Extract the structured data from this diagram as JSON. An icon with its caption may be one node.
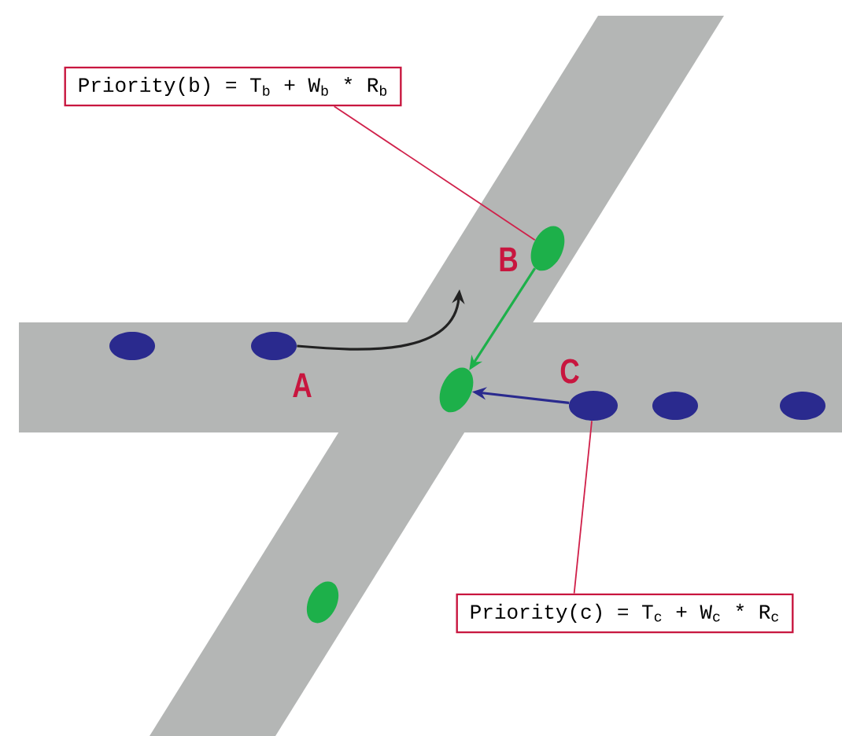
{
  "diagram": {
    "nodes": [
      {
        "text": [
          "Priority(b) = T$_{b}$ + W$_{b}$ * R$_{b}$"
        ]
      },
      {
        "text": [
          "Priority(c) = T$_{c}$ + W$_{c}$ * R$_{c}$"
        ]
      },
      {
        "text": [],
        "shape": "ellipse"
      },
      {
        "text": [],
        "shape": "ellipse"
      },
      {
        "text": [],
        "shape": "ellipse"
      },
      {
        "text": [],
        "shape": "ellipse"
      },
      {
        "text": [],
        "shape": "ellipse"
      },
      {
        "text": [],
        "shape": "ellipse"
      },
      {
        "text": [],
        "shape": "ellipse"
      },
      {
        "text": [],
        "shape": "ellipse"
      }
    ],
    "edges": [
      {
        "from": 0,
        "to": 2,
        "arrow": "none",
        "color": "#d0204a"
      },
      {
        "from": 1,
        "to": 8,
        "arrow": "none",
        "color": "#d0204a"
      },
      {
        "from": 6,
        "to": null,
        "arrow": "to",
        "color": "#222222"
      },
      {
        "from": 2,
        "to": 7,
        "arrow": "to",
        "color": "#1db04a"
      },
      {
        "from": 8,
        "to": 7,
        "arrow": "to",
        "color": "#2a2a8e"
      }
    ],
    "labels": [
      "A",
      "B",
      "C"
    ]
  }
}
